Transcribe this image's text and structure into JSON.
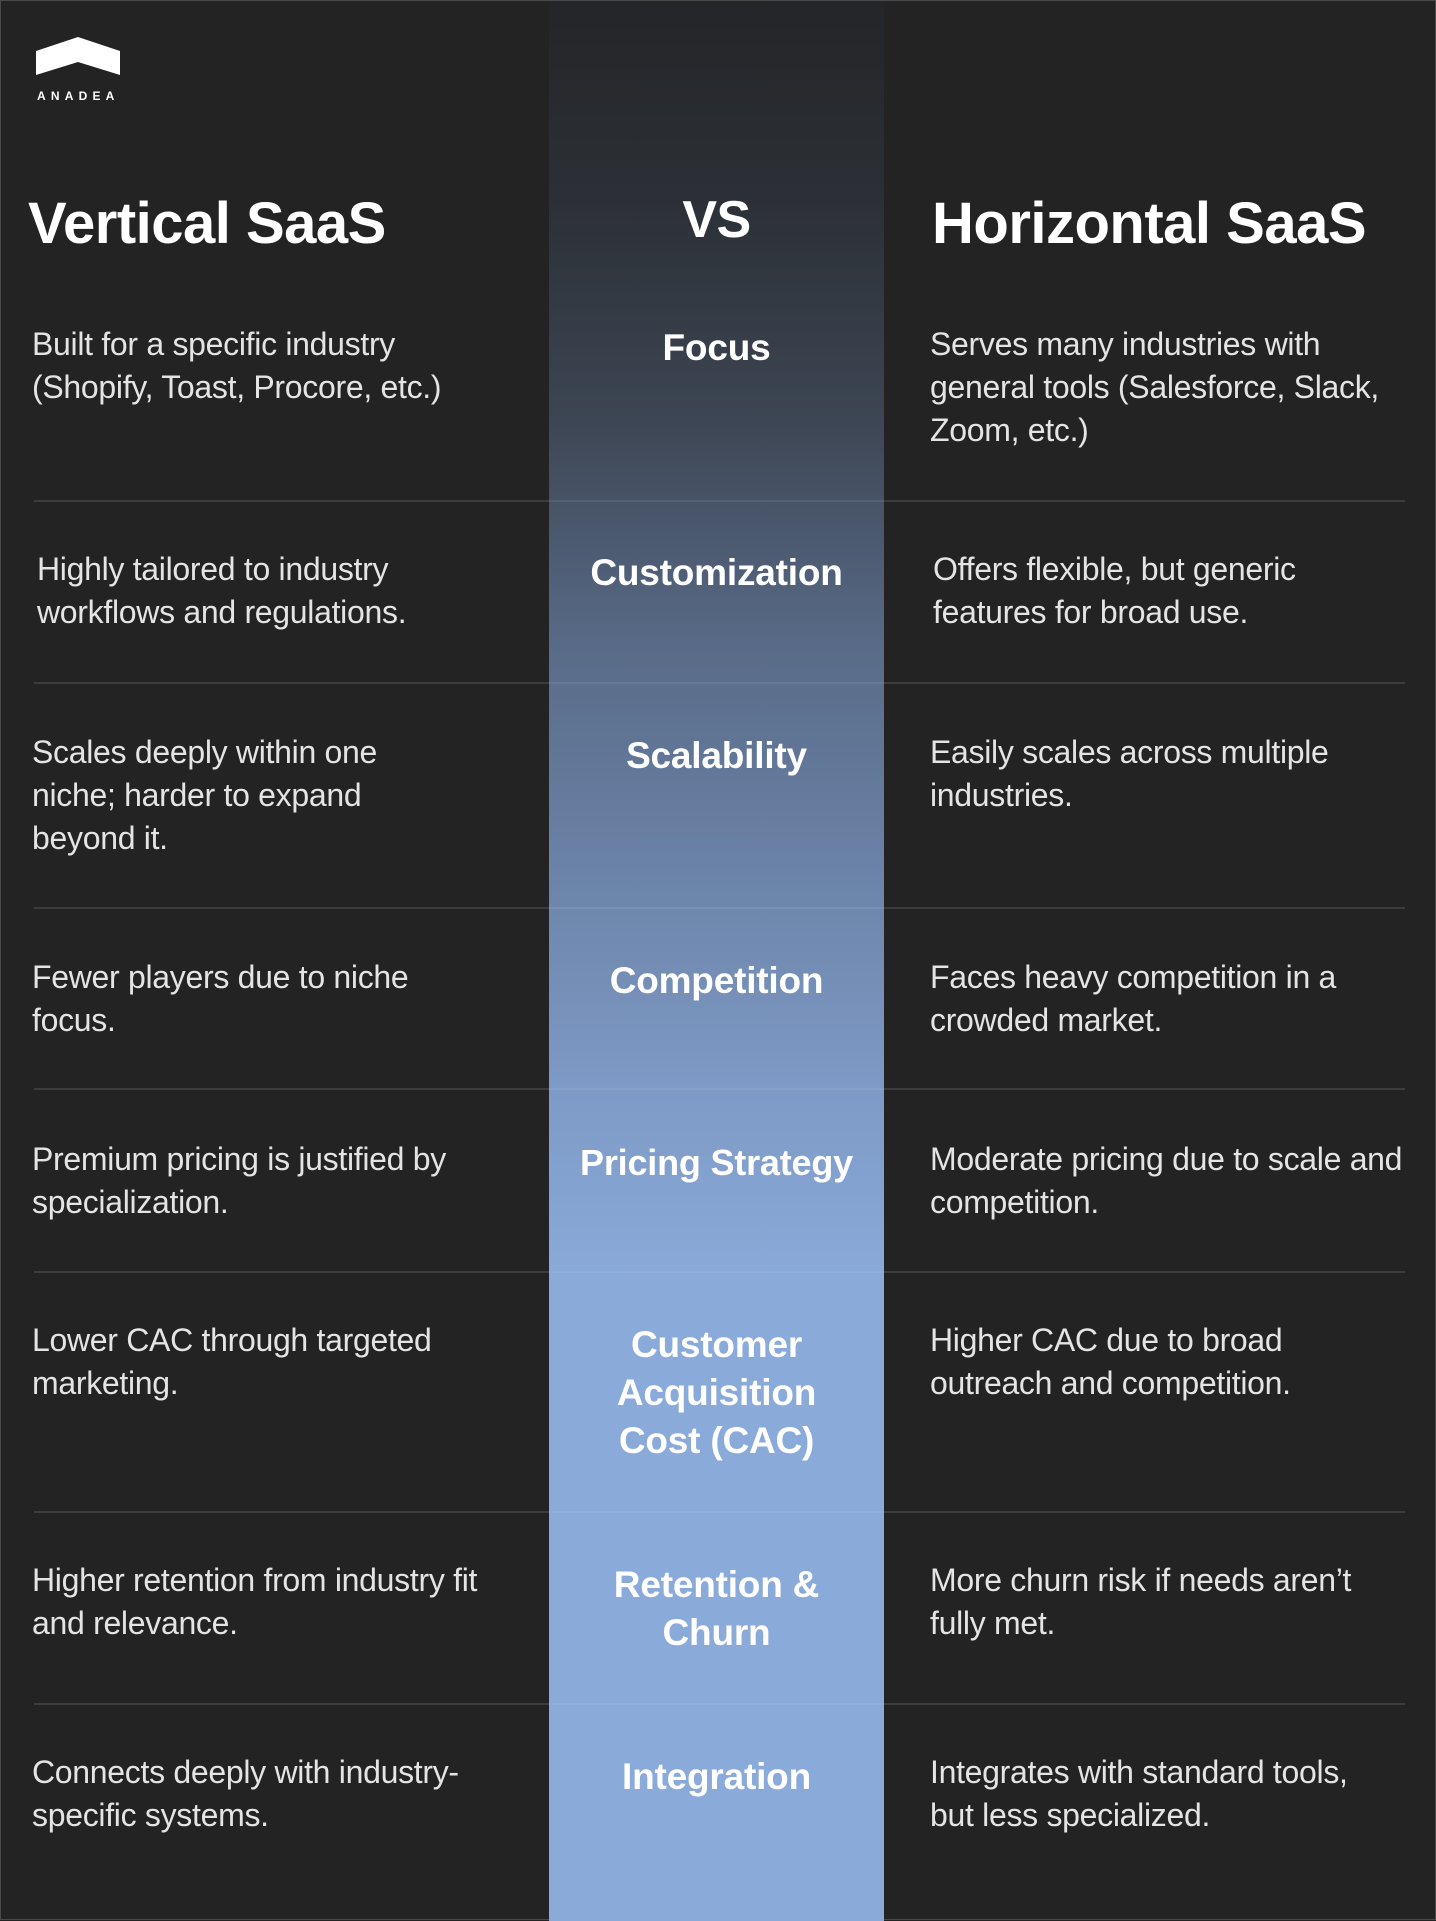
{
  "brand": {
    "logo_icon": "roof-chevron-icon",
    "name": "ANADEA"
  },
  "header": {
    "left_title": "Vertical SaaS",
    "vs": "VS",
    "right_title": "Horizontal SaaS"
  },
  "colors": {
    "background": "#232323",
    "center_top": "#242528",
    "center_bottom": "#8aaad9",
    "text": "#e4e4e4",
    "title": "#ffffff"
  },
  "rows": [
    {
      "label": "Focus",
      "vertical": "Built for a specific industry (Shopify, Toast, Procore, etc.)",
      "horizontal": "Serves many industries with general tools (Salesforce, Slack, Zoom, etc.)"
    },
    {
      "label": "Customization",
      "vertical": "Highly tailored to industry workflows and regulations.",
      "horizontal": "Offers flexible, but generic features for broad use."
    },
    {
      "label": "Scalability",
      "vertical": "Scales deeply within one niche; harder to expand beyond it.",
      "horizontal": "Easily scales across multiple industries."
    },
    {
      "label": "Competition",
      "vertical": "Fewer players due to niche focus.",
      "horizontal": "Faces heavy competition in a crowded market."
    },
    {
      "label": "Pricing Strategy",
      "vertical": "Premium pricing is justified by specialization.",
      "horizontal": "Moderate pricing due to scale and competition."
    },
    {
      "label": "Customer Acquisition Cost (CAC)",
      "vertical": "Lower CAC through targeted marketing.",
      "horizontal": "Higher CAC due to broad outreach and competition."
    },
    {
      "label": "Retention & Churn",
      "vertical": "Higher retention from industry fit and relevance.",
      "horizontal": "More churn risk if needs aren’t fully met."
    },
    {
      "label": "Integration",
      "vertical": "Connects deeply with industry-specific systems.",
      "horizontal": "Integrates with standard tools, but less specialized."
    }
  ]
}
